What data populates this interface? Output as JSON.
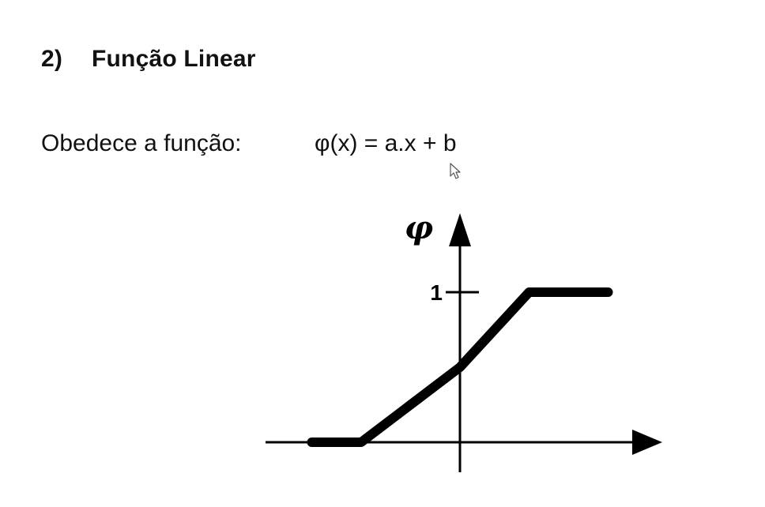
{
  "section": {
    "number": "2)",
    "title": "Função Linear"
  },
  "body_text": {
    "label": "Obedece a função:",
    "formula": "φ(x) = a.x + b"
  },
  "icons": {
    "cursor": "mouse-pointer-icon"
  },
  "chart_data": {
    "type": "line",
    "series": [
      {
        "x": [
          -1.5,
          -1,
          0,
          0.7,
          1.5
        ],
        "y": [
          0,
          0,
          0.5,
          1,
          1
        ]
      }
    ],
    "y_axis_label": "φ",
    "y_ticks": [
      "1"
    ],
    "axis_color": "#000000",
    "line_color": "#000000"
  }
}
